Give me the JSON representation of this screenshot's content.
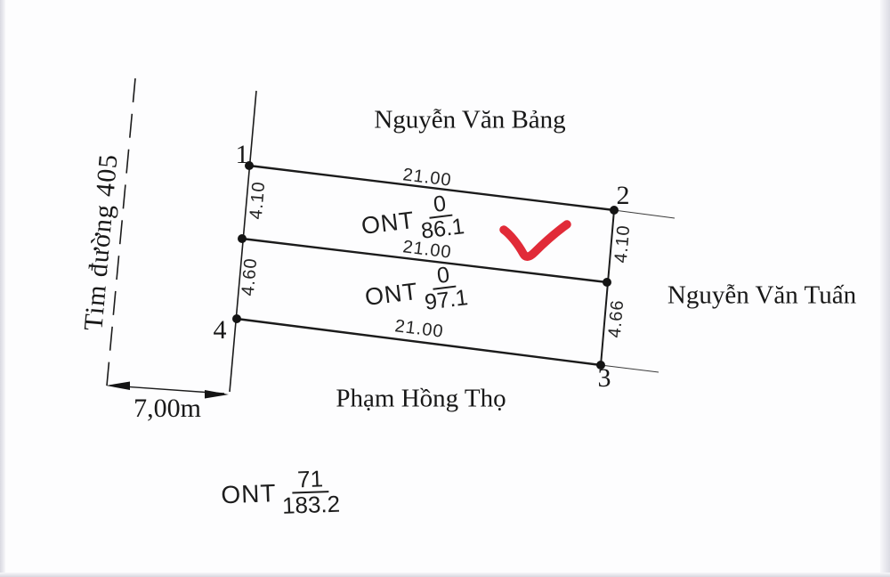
{
  "diagram_type": "cadastral-land-plot-sketch",
  "colors": {
    "background": "#fdfdfe",
    "line": "#1b1b1b",
    "checkmark": "#e12b38"
  },
  "adjacent_owners": {
    "top": "Nguyễn Văn Bảng",
    "right": "Nguyễn Văn Tuấn",
    "bottom": "Phạm Hồng Thọ"
  },
  "road": {
    "axis_label": "Tim đường 405",
    "width_label": "7,00m"
  },
  "corners": {
    "p1": "1",
    "p2": "2",
    "p3": "3",
    "p4": "4"
  },
  "dimensions": {
    "top_edge": "21.00",
    "middle_edge": "21.00",
    "bottom_edge": "21.00",
    "left_upper": "4.10",
    "left_lower": "4.60",
    "right_upper": "4.10",
    "right_lower": "4.66"
  },
  "parcels": {
    "upper": {
      "land_use": "ONT",
      "parcel_no": "0",
      "area": "86.1"
    },
    "lower": {
      "land_use": "ONT",
      "parcel_no": "0",
      "area": "97.1"
    },
    "combined": {
      "land_use": "ONT",
      "parcel_no": "71",
      "area": "183.2"
    }
  }
}
